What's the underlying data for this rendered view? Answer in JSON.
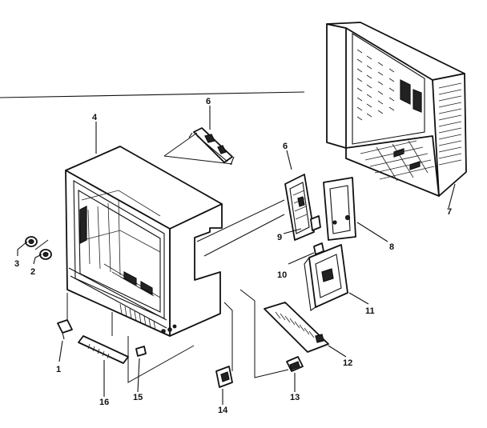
{
  "callouts": {
    "c1": "1",
    "c2": "2",
    "c3": "3",
    "c4": "4",
    "c6_top": "6",
    "c6_mid": "6",
    "c7": "7",
    "c8": "8",
    "c9": "9",
    "c10": "10",
    "c11": "11",
    "c12": "12",
    "c13": "13",
    "c14": "14",
    "c15": "15",
    "c16": "16"
  }
}
